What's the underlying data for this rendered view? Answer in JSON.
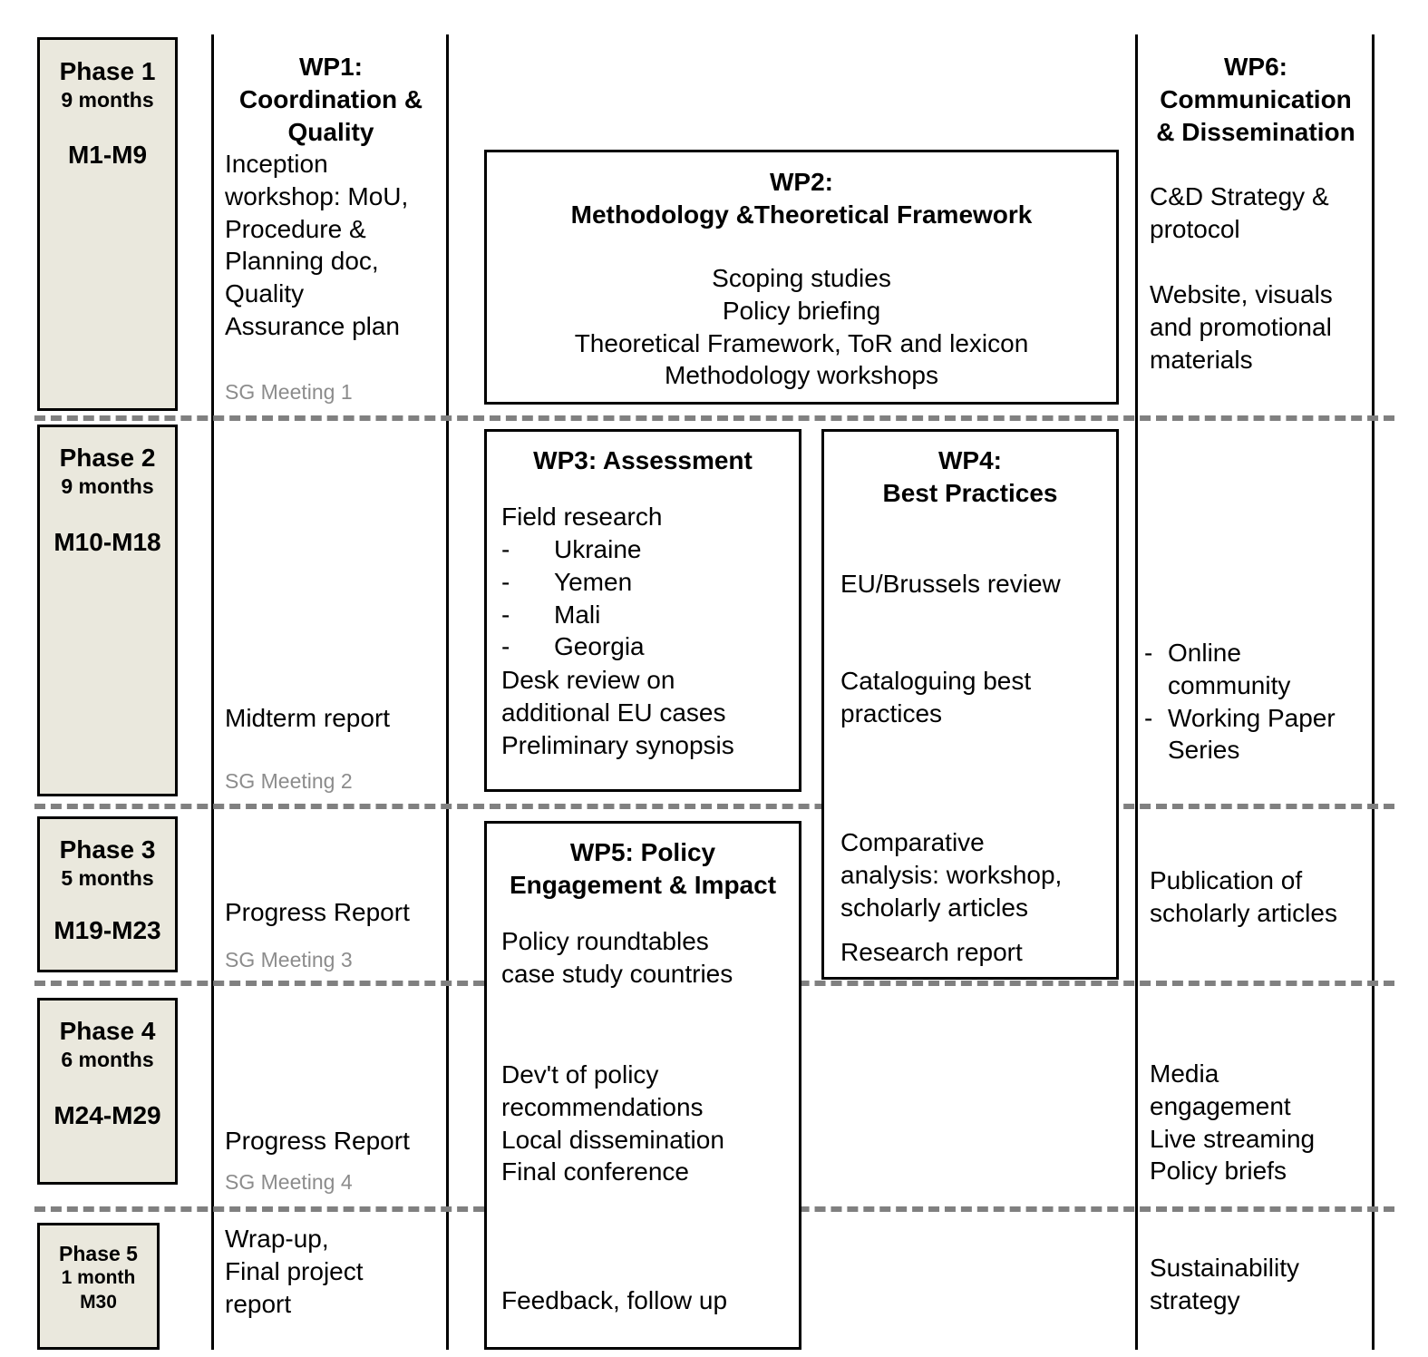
{
  "diagram": {
    "title": "Project work plan phases and work packages",
    "colors": {
      "phase_fill": "#EAE8DD",
      "border": "#000000",
      "divider": "#808080",
      "sg_meeting_text": "#8C8C8C"
    }
  },
  "phases": [
    {
      "name": "Phase 1",
      "duration": "9 months",
      "months": "M1-M9"
    },
    {
      "name": "Phase 2",
      "duration": "9 months",
      "months": "M10-M18"
    },
    {
      "name": "Phase 3",
      "duration": "5 months",
      "months": "M19-M23"
    },
    {
      "name": "Phase 4",
      "duration": "6 months",
      "months": "M24-M29"
    },
    {
      "name": "Phase 5",
      "duration": "1 month",
      "months": "M30"
    }
  ],
  "wp1": {
    "title": "WP1:\nCoordination &\nQuality",
    "phase1_body": "Inception\nworkshop: MoU,\nProcedure &\nPlanning doc,\nQuality\nAssurance plan",
    "phase1_meeting": "SG Meeting 1",
    "phase2_body": "Midterm report",
    "phase2_meeting": "SG Meeting 2",
    "phase3_body": "Progress Report",
    "phase3_meeting": "SG Meeting 3",
    "phase4_body": "Progress Report",
    "phase4_meeting": "SG Meeting 4",
    "phase5_body": "Wrap-up,\nFinal project\nreport"
  },
  "wp2": {
    "title": "WP2:\nMethodology &Theoretical Framework",
    "body": "Scoping studies\nPolicy briefing\nTheoretical Framework, ToR and lexicon\nMethodology workshops"
  },
  "wp3": {
    "title": "WP3: Assessment",
    "intro": "Field research",
    "countries": [
      "Ukraine",
      "Yemen",
      "Mali",
      "Georgia"
    ],
    "bullet_dash": "-",
    "outro": "Desk review on\nadditional EU cases\nPreliminary synopsis"
  },
  "wp4": {
    "title": "WP4:\nBest Practices",
    "body1": "EU/Brussels review",
    "body2": "Cataloguing best\npractices",
    "phase3_body": "Comparative\nanalysis: workshop,\nscholarly articles",
    "phase3_body2": "Research report"
  },
  "wp5": {
    "title": "WP5: Policy\nEngagement & Impact",
    "phase3_body": "Policy roundtables\ncase study countries",
    "phase4_body": "Dev't of policy\nrecommendations\nLocal dissemination\nFinal conference",
    "phase5_body": "Feedback, follow up"
  },
  "wp6": {
    "title": "WP6:\nCommunication\n& Dissemination",
    "phase1_body1": "C&D Strategy &\nprotocol",
    "phase1_body2": "Website, visuals\nand promotional\nmaterials",
    "phase2_bullets": [
      "Online\ncommunity",
      "Working Paper\nSeries"
    ],
    "bullet_dash": "-",
    "phase3_body": "Publication of\nscholarly articles",
    "phase4_body": "Media\nengagement\nLive streaming\nPolicy briefs",
    "phase5_body": "Sustainability\nstrategy"
  }
}
